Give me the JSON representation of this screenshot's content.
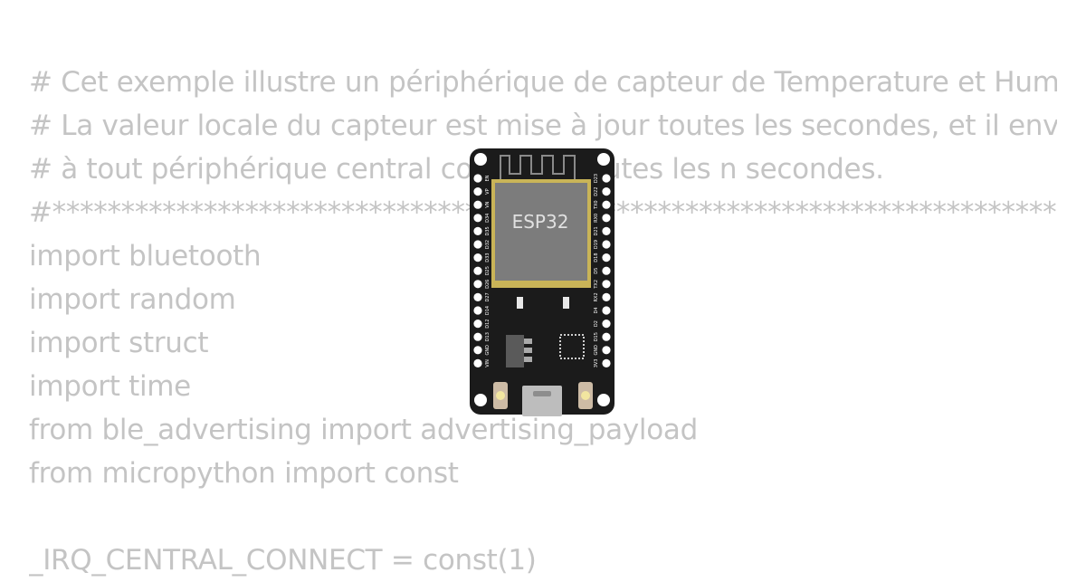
{
  "code_lines": [
    "# Cet exemple illustre un périphérique de capteur de Temperature et Humidité",
    "# La valeur locale du capteur est mise à jour toutes les secondes, et il envoie",
    "# à tout périphérique central connecté toutes les n secondes.",
    "#****************************************************************************",
    "import bluetooth",
    "import random",
    "import struct",
    "import time",
    "from ble_advertising import advertising_payload",
    "from micropython import const",
    "",
    "_IRQ_CENTRAL_CONNECT = const(1)"
  ],
  "board": {
    "chip_label": "ESP32",
    "left_pin_labels": [
      "EN",
      "VP",
      "VN",
      "D34",
      "D35",
      "D32",
      "D33",
      "D25",
      "D26",
      "D27",
      "D14",
      "D12",
      "D13",
      "GND",
      "VIN"
    ],
    "right_pin_labels": [
      "D23",
      "D22",
      "TX0",
      "RX0",
      "D21",
      "D19",
      "D18",
      "D5",
      "TX2",
      "RX2",
      "D4",
      "D2",
      "D15",
      "GND",
      "3V3"
    ],
    "colors": {
      "pcb": "#1b1b1b",
      "chip": "#7c7c7c",
      "chip_shield": "#9a9a9a",
      "pads": "#c9b458",
      "pin_holes": "#ffffff",
      "usb": "#bdbdbd"
    }
  }
}
